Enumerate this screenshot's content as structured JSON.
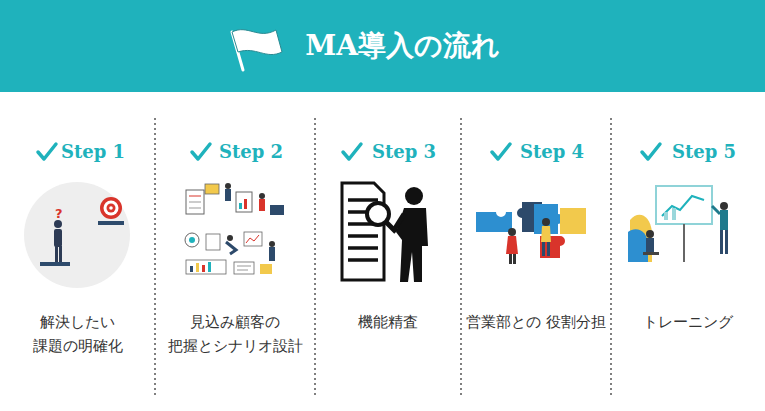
{
  "diagram": {
    "title": "MA導入の流れ",
    "nodes": [
      {
        "text": [
          "Step 1",
          "解決したい 課題の明確化"
        ]
      },
      {
        "text": [
          "Step 2",
          "見込み顧客の 把握とシナリオ設計"
        ]
      },
      {
        "text": [
          "Step 3",
          "機能精査"
        ]
      },
      {
        "text": [
          "Step 4",
          "営業部との 役割分担"
        ]
      },
      {
        "text": [
          "Step 5",
          "トレーニング"
        ]
      }
    ]
  }
}
